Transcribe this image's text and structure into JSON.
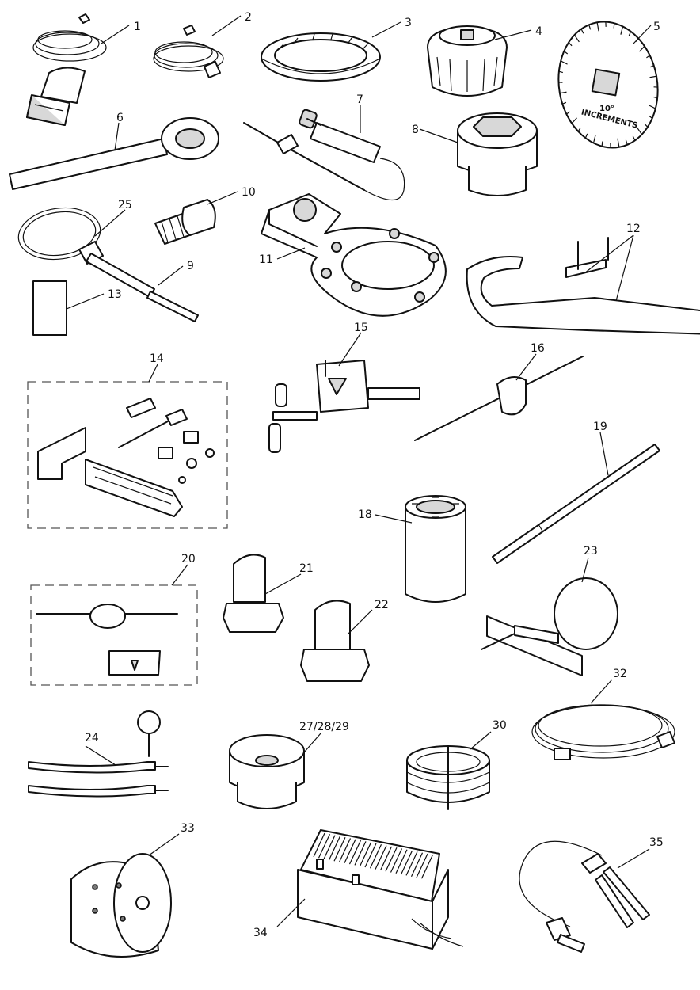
{
  "labels": {
    "l1": "1",
    "l2": "2",
    "l3": "3",
    "l4": "4",
    "l5": "5",
    "l6": "6",
    "l7": "7",
    "l8": "8",
    "l9": "9",
    "l10": "10",
    "l11": "11",
    "l12": "12",
    "l13": "13",
    "l14": "14",
    "l15": "15",
    "l16": "16",
    "l18": "18",
    "l19": "19",
    "l20": "20",
    "l21": "21",
    "l22": "22",
    "l23": "23",
    "l24": "24",
    "l25": "25",
    "l27": "27/28/29",
    "l30": "30",
    "l32": "32",
    "l33": "33",
    "l34": "34",
    "l35": "35"
  },
  "dial": {
    "degree_text": "10°",
    "increments_text": "INCREMENTS"
  },
  "colors": {
    "line": "#111111",
    "fill": "#ffffff",
    "shade": "#d8d8d8",
    "dark": "#777777"
  }
}
